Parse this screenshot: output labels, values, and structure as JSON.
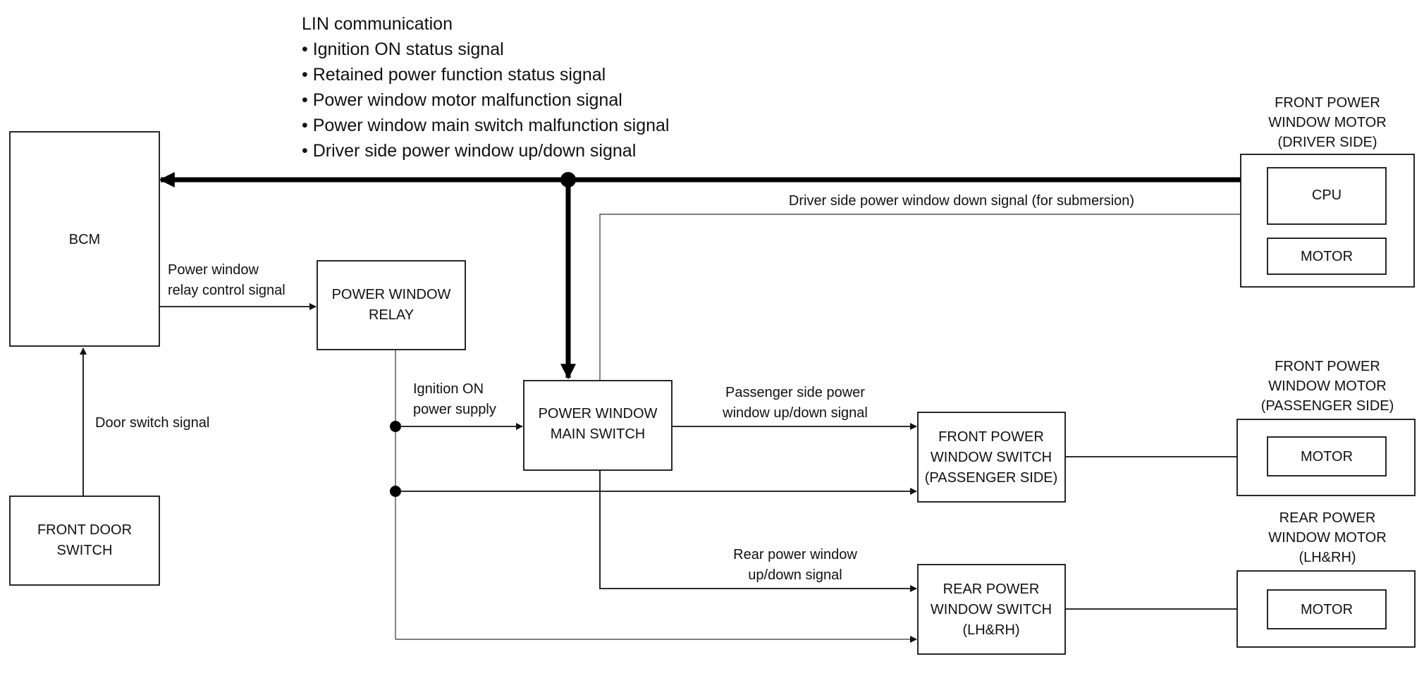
{
  "lin": {
    "title": "LIN communication",
    "items": [
      "• Ignition ON status signal",
      "• Retained power function status signal",
      "• Power window motor malfunction signal",
      "• Power window main switch malfunction signal",
      "• Driver side power window up/down signal"
    ]
  },
  "blocks": {
    "bcm": "BCM",
    "front_door_switch": [
      "FRONT DOOR",
      "SWITCH"
    ],
    "relay": [
      "POWER WINDOW",
      "RELAY"
    ],
    "main_switch": [
      "POWER WINDOW",
      "MAIN SWITCH"
    ],
    "front_switch_pass": [
      "FRONT POWER",
      "WINDOW SWITCH",
      "(PASSENGER SIDE)"
    ],
    "rear_switch": [
      "REAR POWER",
      "WINDOW SWITCH",
      "(LH&RH)"
    ],
    "driver_motor_title": [
      "FRONT POWER",
      "WINDOW MOTOR",
      "(DRIVER SIDE)"
    ],
    "cpu": "CPU",
    "motor_driver": "MOTOR",
    "pass_motor_title": [
      "FRONT POWER",
      "WINDOW MOTOR",
      "(PASSENGER SIDE)"
    ],
    "motor_pass": "MOTOR",
    "rear_motor_title": [
      "REAR POWER",
      "WINDOW MOTOR",
      "(LH&RH)"
    ],
    "motor_rear": "MOTOR"
  },
  "signals": {
    "relay_control": [
      "Power window",
      "relay control signal"
    ],
    "door_switch": "Door switch signal",
    "ign_supply": [
      "Ignition ON",
      "power supply"
    ],
    "submersion": "Driver side power window down signal (for submersion)",
    "pass_updown": [
      "Passenger side power",
      "window up/down signal"
    ],
    "rear_updown": [
      "Rear power window",
      "up/down signal"
    ]
  }
}
